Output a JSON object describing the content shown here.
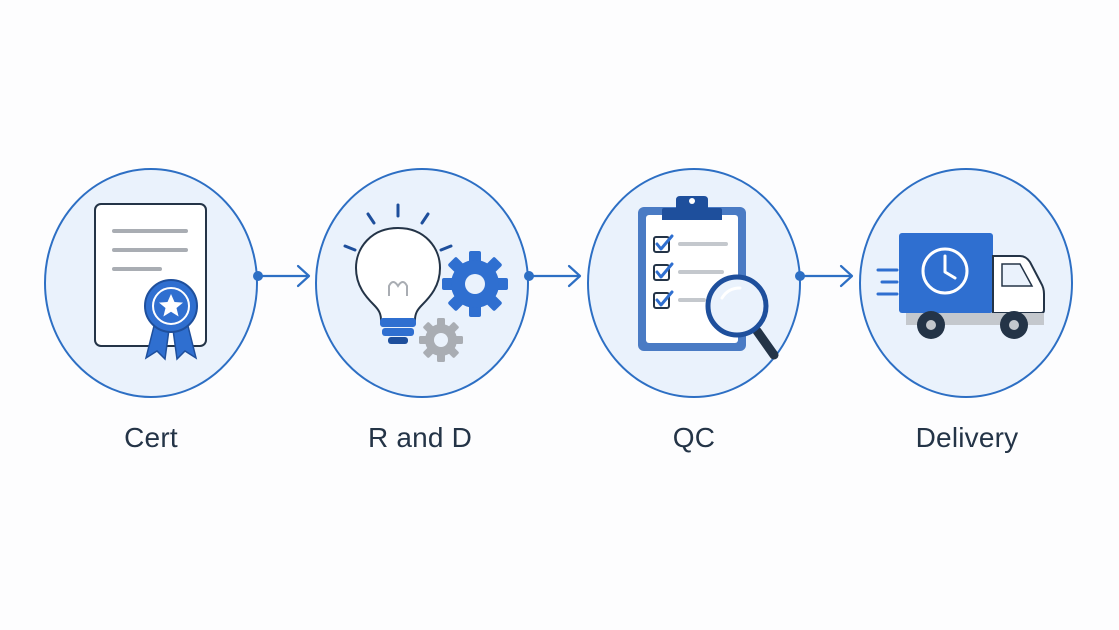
{
  "colors": {
    "background": "#fdfdfe",
    "circle_fill": "#eaf2fc",
    "circle_stroke": "#2d6fc4",
    "primary_blue": "#2f6fd0",
    "dark_blue": "#1e4f9c",
    "navy": "#243447",
    "gray": "#a9adb3",
    "light_gray": "#c4c8cd",
    "label": "#243447"
  },
  "steps": [
    {
      "label": "Cert",
      "icon": "certificate-ribbon-icon"
    },
    {
      "label": "R and D",
      "icon": "lightbulb-gears-icon"
    },
    {
      "label": "QC",
      "icon": "clipboard-magnifier-icon"
    },
    {
      "label": "Delivery",
      "icon": "delivery-truck-clock-icon"
    }
  ],
  "connectors": [
    {
      "from": "Cert",
      "to": "R and D",
      "icon": "arrow-right-icon"
    },
    {
      "from": "R and D",
      "to": "QC",
      "icon": "arrow-right-icon"
    },
    {
      "from": "QC",
      "to": "Delivery",
      "icon": "arrow-right-icon"
    }
  ]
}
